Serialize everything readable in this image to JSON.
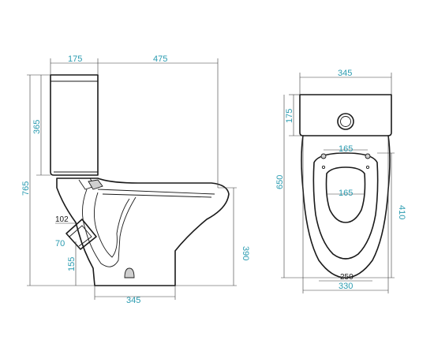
{
  "side_view": {
    "dims": {
      "tank_depth": "175",
      "total_depth": "475",
      "tank_height": "365",
      "total_height": "765",
      "outlet_diameter": "102",
      "outlet_angle": "70",
      "outlet_height": "155",
      "seat_height": "390",
      "base_width": "345"
    }
  },
  "top_view": {
    "dims": {
      "tank_width": "345",
      "tank_depth": "175",
      "seat_mount_spacing": "165",
      "bowl_opening": "165",
      "total_length": "650",
      "bowl_length": "410",
      "base_width": "250",
      "bowl_width": "330"
    }
  }
}
